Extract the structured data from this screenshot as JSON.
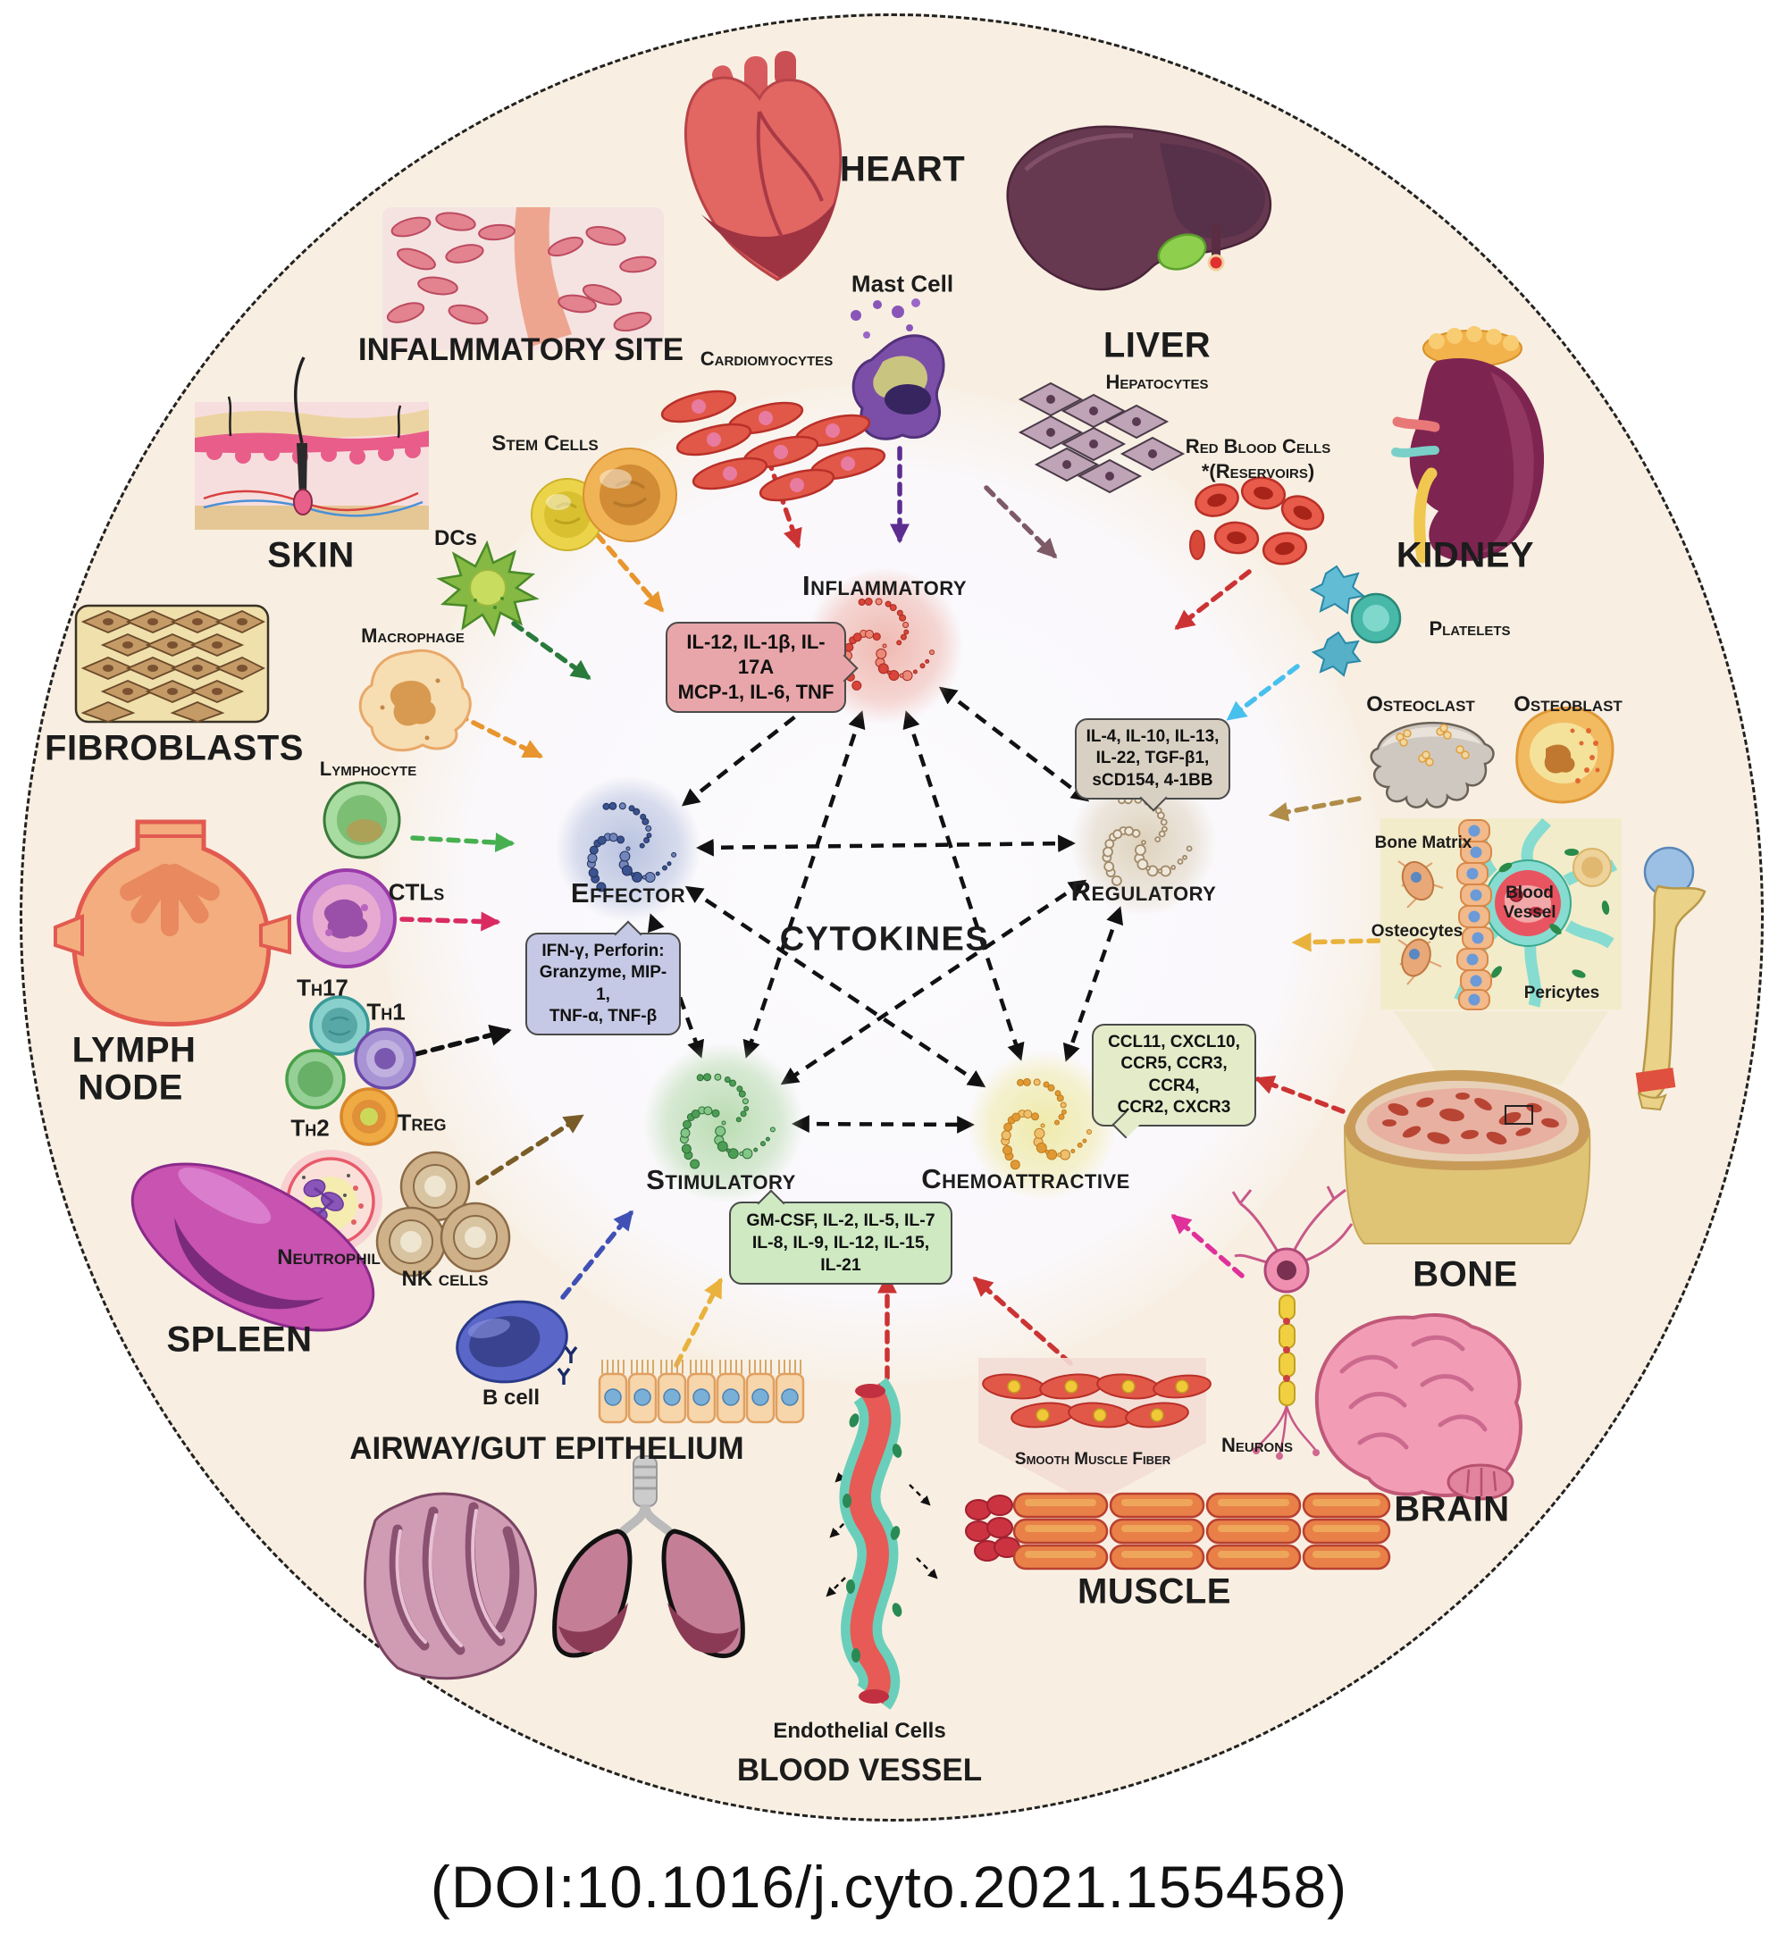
{
  "center": {
    "title": "CYTOKINES"
  },
  "footer": {
    "doi": "(DOI:10.1016/j.cyto.2021.155458)"
  },
  "nodes": {
    "inflammatory": {
      "label": "Inflammatory",
      "cytokines": [
        "IL-12, IL-1β, IL-17A",
        "MCP-1, IL-6, TNF"
      ]
    },
    "effector": {
      "label": "Effector",
      "cytokines": [
        "IFN-γ, Perforin:",
        "Granzyme, MIP-1,",
        "TNF-α, TNF-β"
      ]
    },
    "regulatory": {
      "label": "Regulatory",
      "cytokines": [
        "IL-4, IL-10, IL-13,",
        "IL-22, TGF-β1,",
        "sCD154, 4-1BB"
      ]
    },
    "stimulatory": {
      "label": "Stimulatory",
      "cytokines": [
        "GM-CSF, IL-2, IL-5, IL-7",
        "IL-8, IL-9, IL-12, IL-15, IL-21"
      ]
    },
    "chemoattractive": {
      "label": "Chemoattractive",
      "cytokines": [
        "CCL11, CXCL10,",
        "CCR5, CCR3, CCR4,",
        "CCR2, CXCR3"
      ]
    }
  },
  "periphery": {
    "heart": "HEART",
    "mast_cell": "Mast Cell",
    "inflammatory_site": "INFALMMATORY SITE",
    "cardiomyocytes": "Cardiomyocytes",
    "stem_cells": "Stem Cells",
    "dcs": "DCs",
    "skin": "SKIN",
    "macrophage": "Macrophage",
    "fibroblasts": "FIBROBLASTS",
    "lymphocyte": "Lymphocyte",
    "ctls": "CTLs",
    "th17": "Th17",
    "th1": "Th1",
    "th2": "Th2",
    "treg": "Treg",
    "lymph_node_line1": "LYMPH",
    "lymph_node_line2": "NODE",
    "neutrophil": "Neutrophil",
    "nk_cells": "NK cells",
    "spleen": "SPLEEN",
    "b_cell": "B cell",
    "airway_gut_epithelium": "AIRWAY/GUT EPITHELIUM",
    "endothelial_cells": "Endothelial Cells",
    "blood_vessel": "BLOOD VESSEL",
    "muscle": "MUSCLE",
    "smooth_muscle_fiber": "Smooth Muscle Fiber",
    "neurons": "Neurons",
    "brain": "BRAIN",
    "bone": "BONE",
    "bone_matrix": "Bone Matrix",
    "osteocytes": "Osteocytes",
    "pericytes": "Pericytes",
    "blood_vessel_label_line1": "Blood",
    "blood_vessel_label_line2": "Vessel",
    "osteoclast": "Osteoclast",
    "osteoblast": "Osteoblast",
    "platelets": "Platelets",
    "kidney": "KIDNEY",
    "red_blood_cells_line1": "Red Blood Cells",
    "red_blood_cells_line2": "*(Reservoirs)",
    "hepatocytes": "Hepatocytes",
    "liver": "LIVER"
  },
  "colors": {
    "background_ring": "#f8efe2",
    "inflammatory": "#d9453a",
    "effector": "#3b5390",
    "regulatory": "#a08a6a",
    "stimulatory": "#4d9e55",
    "chemoattractive": "#e09a35",
    "box_inflammatory": "#e8a6aa",
    "box_regulatory": "#d8d0c3",
    "box_effector": "#c6c9e5",
    "box_stimulatory": "#cfe9c2",
    "box_chemoattractive": "#e3ebc9"
  }
}
